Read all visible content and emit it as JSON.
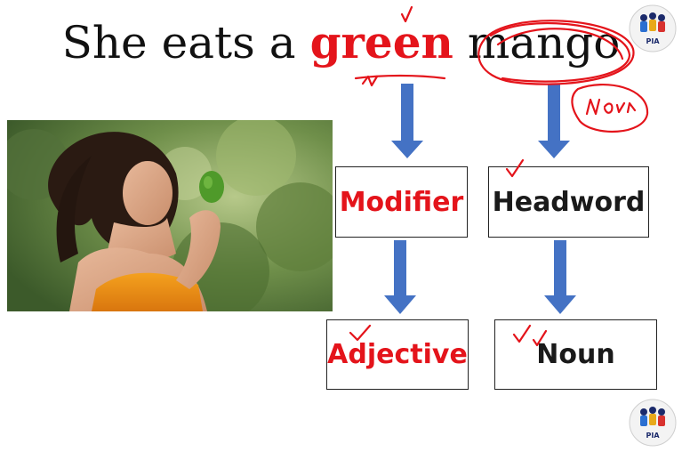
{
  "sentence": {
    "she": "She",
    "eats": "eats",
    "a": "a",
    "green": "green",
    "mango": "mango"
  },
  "boxes": {
    "modifier": "Modifier",
    "headword": "Headword",
    "adjective": "Adjective",
    "noun": "Noun"
  },
  "annotation": {
    "noun_scribble": "Noun"
  },
  "colors": {
    "red": "#e4141b",
    "arrow": "#4472c4",
    "ink": "#e4141b"
  },
  "logo": {
    "text": "PIA"
  }
}
